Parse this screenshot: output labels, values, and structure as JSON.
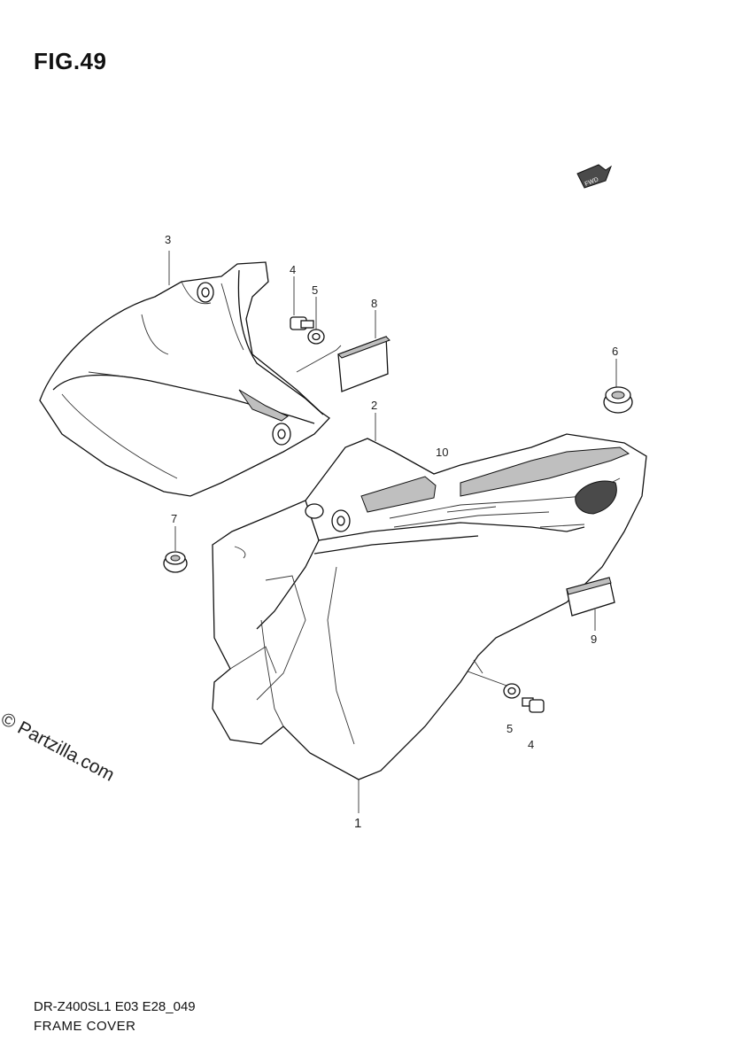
{
  "figure": {
    "title": "FIG.49",
    "fwd_badge": "FWD"
  },
  "callouts": {
    "c1": "1",
    "c2": "2",
    "c3": "3",
    "c4_top": "4",
    "c5_top": "5",
    "c6": "6",
    "c7": "7",
    "c8": "8",
    "c9": "9",
    "c10": "10",
    "c5_bottom": "5",
    "c4_bottom": "4"
  },
  "footer": {
    "model_code": "DR-Z400SL1 E03 E28_049",
    "section_title": "FRAME COVER"
  },
  "watermark": {
    "text": "© Partzilla.com"
  }
}
